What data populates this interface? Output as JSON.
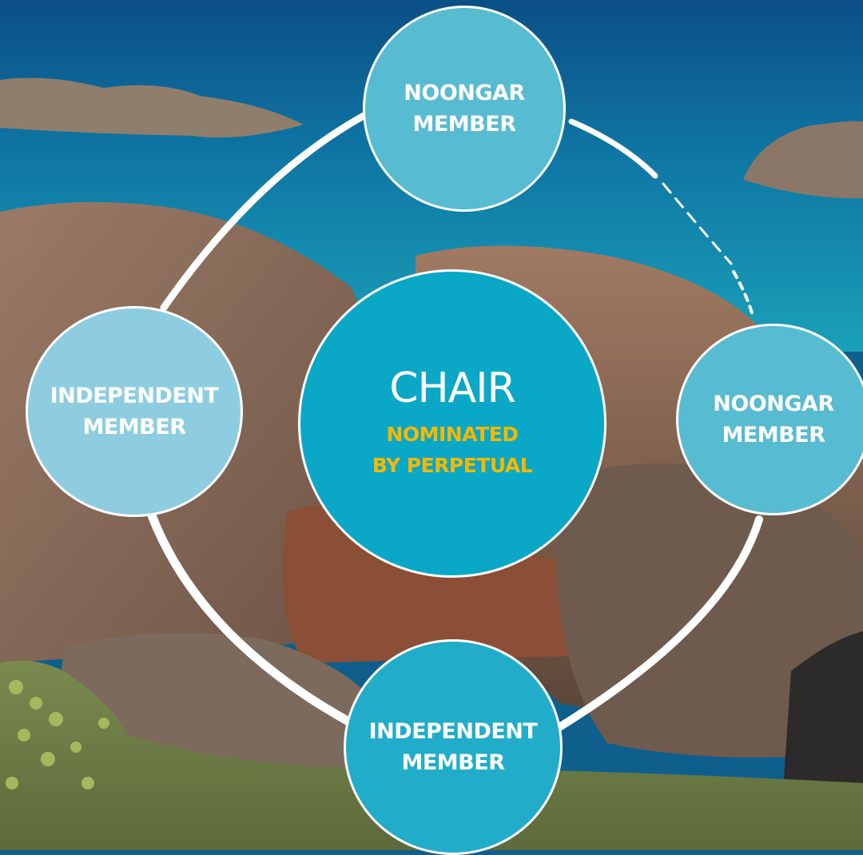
{
  "chair": {
    "title": "CHAIR",
    "subtitle_line1": "NOMINATED",
    "subtitle_line2": "BY PERPETUAL"
  },
  "members": {
    "top": {
      "line1": "NOONGAR",
      "line2": "MEMBER"
    },
    "right": {
      "line1": "NOONGAR",
      "line2": "MEMBER"
    },
    "bottom": {
      "line1": "INDEPENDENT",
      "line2": "MEMBER"
    },
    "left": {
      "line1": "INDEPENDENT",
      "line2": "MEMBER"
    }
  },
  "colors": {
    "chair_fill": "#0aa8c6",
    "noongar_fill": "#57bbd2",
    "independent_left_fill": "#8ecde0",
    "independent_bottom_fill": "#21adc9",
    "nominated_text": "#f5b800",
    "ring": "#ffffff"
  }
}
